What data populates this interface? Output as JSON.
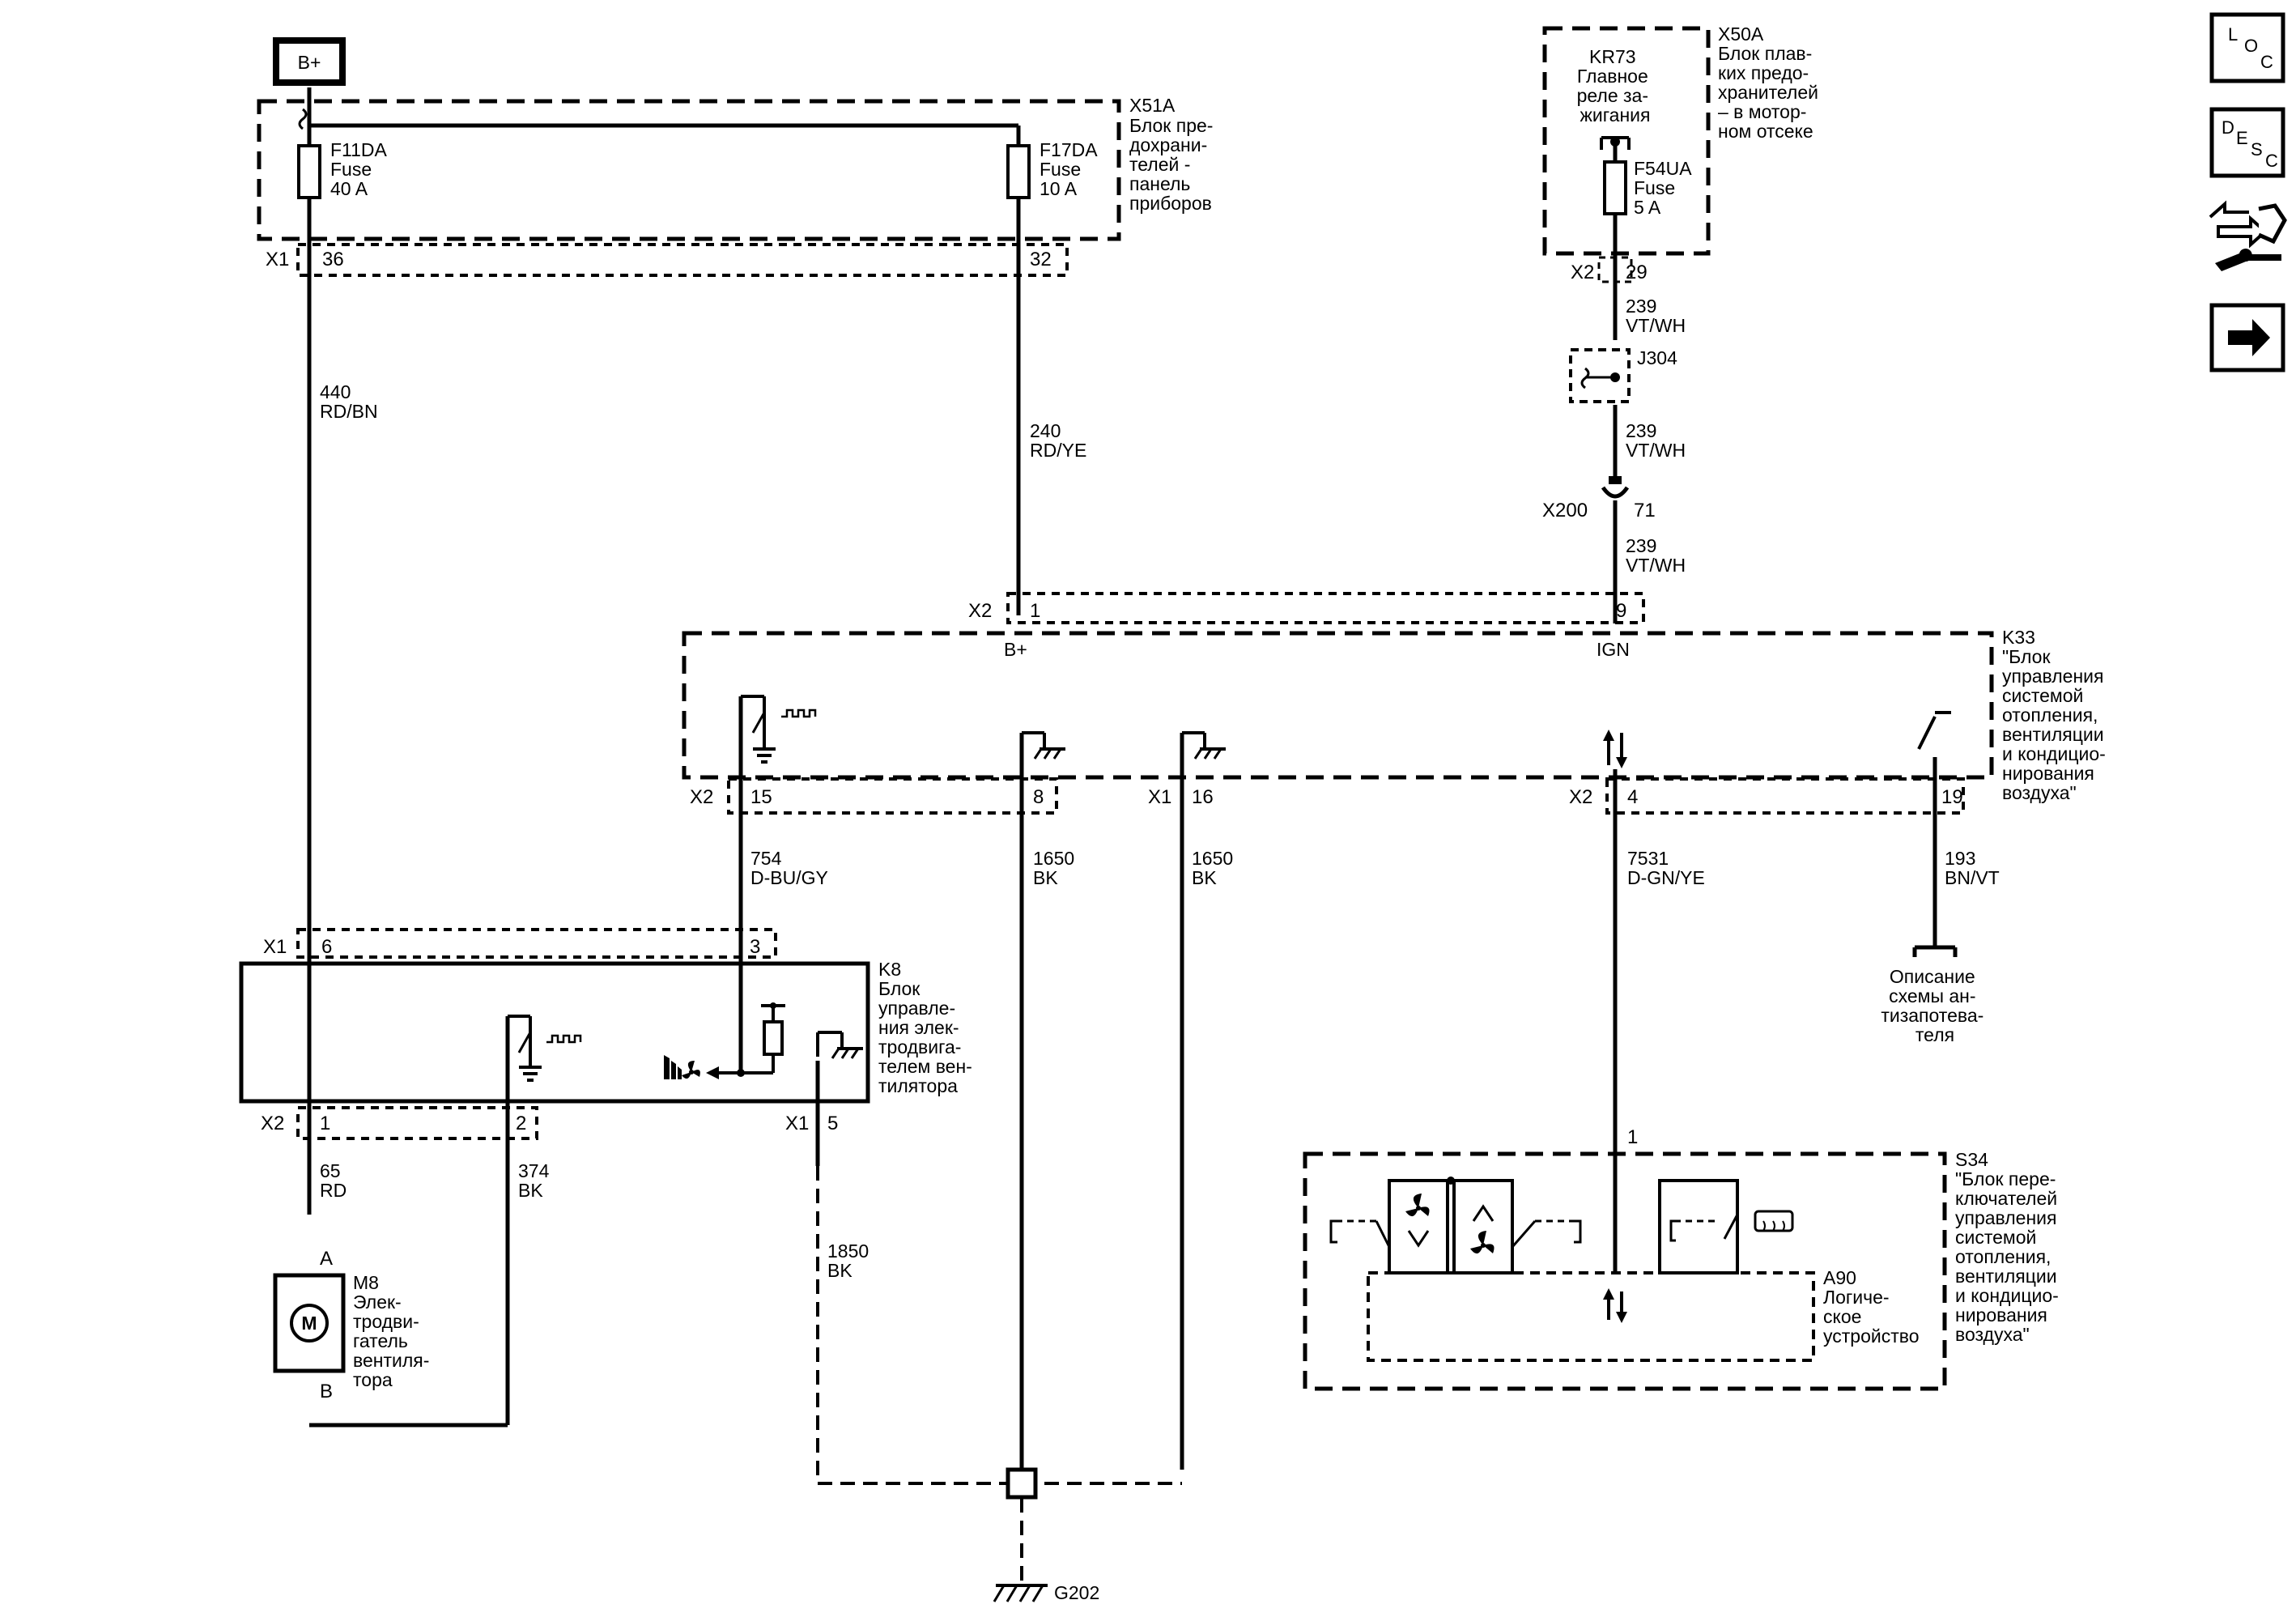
{
  "power_source": "B+",
  "fuse_block_ip": {
    "id": "X51A",
    "desc": [
      "Блок пре-",
      "дохрани-",
      "телей -",
      "панель",
      "приборов"
    ],
    "connector": "X1",
    "fuse_a": {
      "id": "F11DA",
      "type": "Fuse",
      "rating": "40 A",
      "pin": "36"
    },
    "fuse_b": {
      "id": "F17DA",
      "type": "Fuse",
      "rating": "10 A",
      "pin": "32"
    }
  },
  "fuse_block_engine": {
    "id": "X50A",
    "desc": [
      "Блок плав-",
      "ких предо-",
      "хранителей",
      "– в мотор-",
      "ном отсеке"
    ],
    "relay": {
      "id": "KR73",
      "desc": [
        "Главное",
        "реле за-",
        "жигания"
      ]
    },
    "fuse": {
      "id": "F54UA",
      "type": "Fuse",
      "rating": "5 A"
    },
    "connector": "X2",
    "pin": "29"
  },
  "wires": {
    "w440": {
      "num": "440",
      "color": "RD/BN"
    },
    "w240": {
      "num": "240",
      "color": "RD/YE"
    },
    "w239a": {
      "num": "239",
      "color": "VT/WH"
    },
    "w239b": {
      "num": "239",
      "color": "VT/WH"
    },
    "w239c": {
      "num": "239",
      "color": "VT/WH"
    },
    "w754": {
      "num": "754",
      "color": "D-BU/GY"
    },
    "w1650a": {
      "num": "1650",
      "color": "BK"
    },
    "w1650b": {
      "num": "1650",
      "color": "BK"
    },
    "w7531": {
      "num": "7531",
      "color": "D-GN/YE"
    },
    "w193": {
      "num": "193",
      "color": "BN/VT"
    },
    "w65": {
      "num": "65",
      "color": "RD"
    },
    "w374": {
      "num": "374",
      "color": "BK"
    },
    "w1850": {
      "num": "1850",
      "color": "BK"
    }
  },
  "splice": {
    "id": "J304"
  },
  "inline_connector": {
    "id": "X200",
    "pin": "71"
  },
  "hvac_module": {
    "id": "K33",
    "desc": [
      "\"Блок",
      "управления",
      "системой",
      "отопления,",
      "вентиляции",
      "и кондицио-",
      "нирования",
      "воздуха\""
    ],
    "conn_x2": "X2",
    "conn_x1": "X1",
    "pins": {
      "bplus": "1",
      "ign": "9",
      "p15": "15",
      "p8": "8",
      "p16": "16",
      "p4": "4",
      "p19": "19"
    },
    "bplus_label": "B+",
    "ign_label": "IGN"
  },
  "blower_control": {
    "id": "K8",
    "desc": [
      "Блок",
      "управле-",
      "ния элек-",
      "тродвига-",
      "телем вен-",
      "тилятора"
    ],
    "conn_x1": "X1",
    "conn_x2": "X2",
    "pins": {
      "p6": "6",
      "p3": "3",
      "p1": "1",
      "p2": "2",
      "p5": "5"
    }
  },
  "motor": {
    "id": "M8",
    "desc": [
      "Элек-",
      "тродви-",
      "гатель",
      "вентиля-",
      "тора"
    ],
    "symbol": "M",
    "pin_a": "A",
    "pin_b": "B"
  },
  "switch_assy": {
    "id": "S34",
    "desc": [
      "\"Блок пере-",
      "ключателей",
      "управления",
      "системой",
      "отопления,",
      "вентиляции",
      "и кондицио-",
      "нирования",
      "воздуха\""
    ],
    "pin": "1",
    "logic": {
      "id": "A90",
      "desc": [
        "Логиче-",
        "ское",
        "устройство"
      ]
    }
  },
  "defog_ref": [
    "Описание",
    "схемы ан-",
    "тизапотева-",
    "теля"
  ],
  "ground": {
    "id": "G202"
  },
  "side_icons": [
    {
      "name": "location-icon",
      "letters": [
        "L",
        "O",
        "C"
      ]
    },
    {
      "name": "description-icon",
      "letters": [
        "D",
        "E",
        "S",
        "C"
      ]
    },
    {
      "name": "repair-icon"
    },
    {
      "name": "next-arrow-icon"
    }
  ]
}
